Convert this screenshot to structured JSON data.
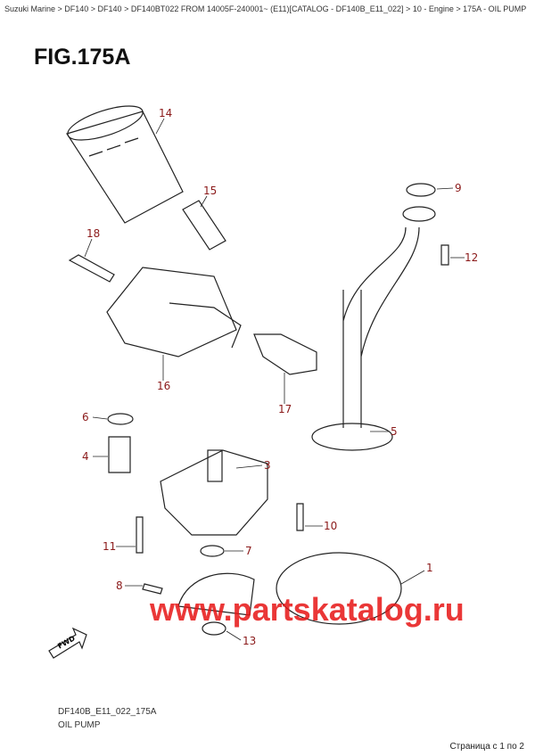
{
  "breadcrumb": "Suzuki Marine > DF140 > DF140 > DF140BT022 FROM 14005F-240001~ (E11)[CATALOG - DF140B_E11_022] > 10 - Engine > 175A - OIL PUMP",
  "figure_title": "FIG.175A",
  "callouts": [
    {
      "n": "14"
    },
    {
      "n": "15"
    },
    {
      "n": "18"
    },
    {
      "n": "16"
    },
    {
      "n": "17"
    },
    {
      "n": "9"
    },
    {
      "n": "12"
    },
    {
      "n": "5"
    },
    {
      "n": "6"
    },
    {
      "n": "4"
    },
    {
      "n": "3"
    },
    {
      "n": "10"
    },
    {
      "n": "11"
    },
    {
      "n": "7"
    },
    {
      "n": "8"
    },
    {
      "n": "1"
    },
    {
      "n": "13"
    }
  ],
  "watermark": "www.partskatalog.ru",
  "fwd_label": "FWD",
  "diagram_code": "DF140B_E11_022_175A",
  "diagram_name": "OIL PUMP",
  "pagination": "Страница с 1 по 2",
  "colors": {
    "callout": "#8b1a1a",
    "watermark": "#e61414"
  }
}
